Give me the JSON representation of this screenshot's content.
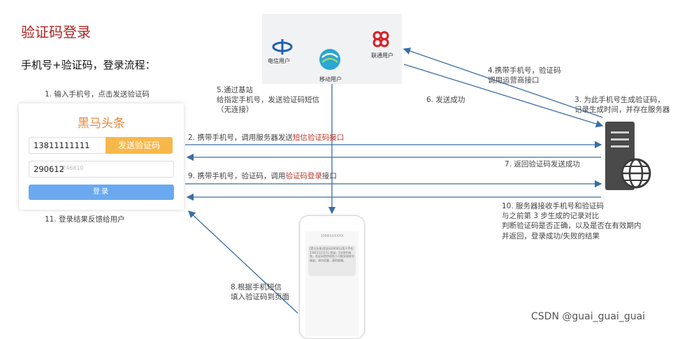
{
  "title": "验证码登录",
  "subtitle": "手机号+验证码，登录流程：",
  "login": {
    "step_label": "1. 输入手机号，点击发送验证码",
    "brand": "黑马头条",
    "phone_value": "13811111111",
    "send_button": "发送验证码",
    "code_value": "290612",
    "code_placeholder": "246810",
    "login_button": "登录"
  },
  "carriers": {
    "telecom": "电信用户",
    "mobile": "移动用户",
    "unicom": "联通用户"
  },
  "steps": {
    "s2_pre": "2. 携带手机号，调用服务器发送",
    "s2_red": "短信验证码接口",
    "s3_line1": "3. 为此手机号生成验证码，",
    "s3_line2": "记录生成时间，并存在服务器",
    "s4_line1": "4.携带手机号，验证码",
    "s4_line2": "调用运营商接口",
    "s5_line1": "5.通过基站",
    "s5_line2": "给指定手机号，发送验证码短信",
    "s5_line3": "（无连接）",
    "s6": "6. 发送成功",
    "s7": "7. 返回验证码发送成功",
    "s8_line1": "8.根据手机短信",
    "s8_line2": "填入验证码到页面",
    "s9_pre": "9. 携带手机号，验证码，调用",
    "s9_red": "验证码登录",
    "s9_post": "接口",
    "s10_line1": "10. 服务器接收手机号和验证码",
    "s10_line2": "与之前第 3 步生成的记录对比",
    "s10_line3": "判断验证码是否正确，以及是否在有效期内",
    "s10_line4": "并返回，登录成功/失败的结果",
    "s11": "11. 登录结果反馈给用户"
  },
  "sms": {
    "header": "1068XXXXXX",
    "body": "[黑马头条]验证码290612用于手机 13811111111 登录，5分钟内有效。验证码提供给他人可能导致账号被盗，请勿泄露，谨防被骗。"
  },
  "watermark": "CSDN @guai_guai_guai",
  "colors": {
    "arrow": "#3a6ea5",
    "accent": "#b22222",
    "button": "#f7b84b",
    "login": "#6aa9f0"
  }
}
